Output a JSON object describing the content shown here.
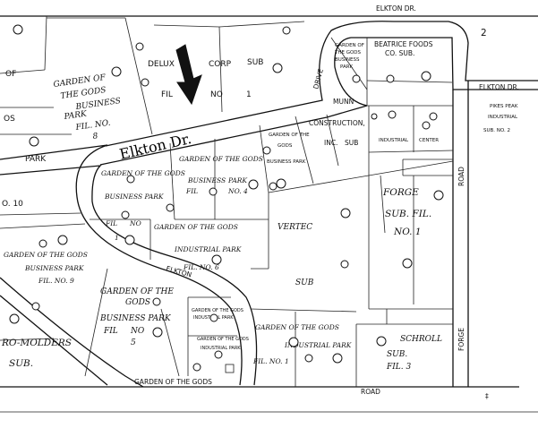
{
  "streets": {
    "elkton_dr_main": "Elkton Dr.",
    "elkton_dr_top": "ELKTON DR.",
    "elkton_dr_right": "ELKTON DR.",
    "elkton_curve": "ELKTON",
    "drive_label": "DRIVE",
    "forge_road_top": "ROAD",
    "forge_road_bottom": "FORGE",
    "bottom_road_left": "GARDEN OF THE GODS",
    "bottom_road_right": "ROAD"
  },
  "parcels": {
    "delux_corp": [
      "DELUX",
      "CORP",
      "SUB",
      "FIL",
      "NO",
      "1"
    ],
    "gotg_business_park_8": [
      "GARDEN OF",
      "THE GODS",
      "BUSINESS",
      "PARK",
      "FIL. NO.",
      "8"
    ],
    "of_label": "OF",
    "os_label": "OS",
    "park_left": "PARK",
    "num_10": "O. 10",
    "beatrice_foods": [
      "BEATRICE FOODS",
      "CO. SUB."
    ],
    "gotg_top_small": [
      "GARDEN OF",
      "THE GODS",
      "BUSINESS",
      "PARK"
    ],
    "munn": "MUNN",
    "construction": [
      "CONSTRUCTION,",
      "INC.",
      "SUB"
    ],
    "pikes_peak_industrial": [
      "PIKES PEAK",
      "INDUSTRIAL",
      "SUB. NO. 2"
    ],
    "industrial_center": [
      "INDUSTRIAL",
      "CENTER"
    ],
    "gotg_mid_left": [
      "GARDEN OF THE GODS",
      "BUSINESS PARK",
      "FIL",
      "NO",
      "1"
    ],
    "gotg_mid": [
      "GARDEN OF THE GODS",
      "BUSINESS",
      "PARK",
      "FIL",
      "NO. 4"
    ],
    "gotg_small_business": [
      "GARDEN OF THE",
      "GODS",
      "BUSINESS PARK"
    ],
    "forge_sub": [
      "FORGE",
      "SUB. FIL.",
      "NO. 1"
    ],
    "vertec": [
      "VERTEC",
      "SUB"
    ],
    "industrial_park_6": [
      "GARDEN OF THE GODS",
      "INDUSTRIAL PARK",
      "FIL. NO. 6"
    ],
    "gotg_business_park_9": [
      "GARDEN OF THE GODS",
      "BUSINESS PARK",
      "FIL. NO. 9"
    ],
    "gotg_business_park_5": [
      "GARDEN OF THE",
      "GODS",
      "BUSINESS PARK",
      "FIL",
      "NO",
      "5"
    ],
    "industrial_park_small": [
      "GARDEN OF THE GODS",
      "INDUSTRIAL PARK"
    ],
    "industrial_park_1": [
      "GARDEN OF THE GODS",
      "INDUSTRIAL PARK",
      "FIL. NO. 1"
    ],
    "schroll": [
      "SCHROLL",
      "SUB.",
      "FIL. 3"
    ],
    "ro_molders": [
      "RO-MOLDERS",
      "SUB."
    ],
    "num_2": "2"
  },
  "marker": {
    "icon": "arrow-down-icon",
    "color": "#111111"
  },
  "page_number": "2"
}
